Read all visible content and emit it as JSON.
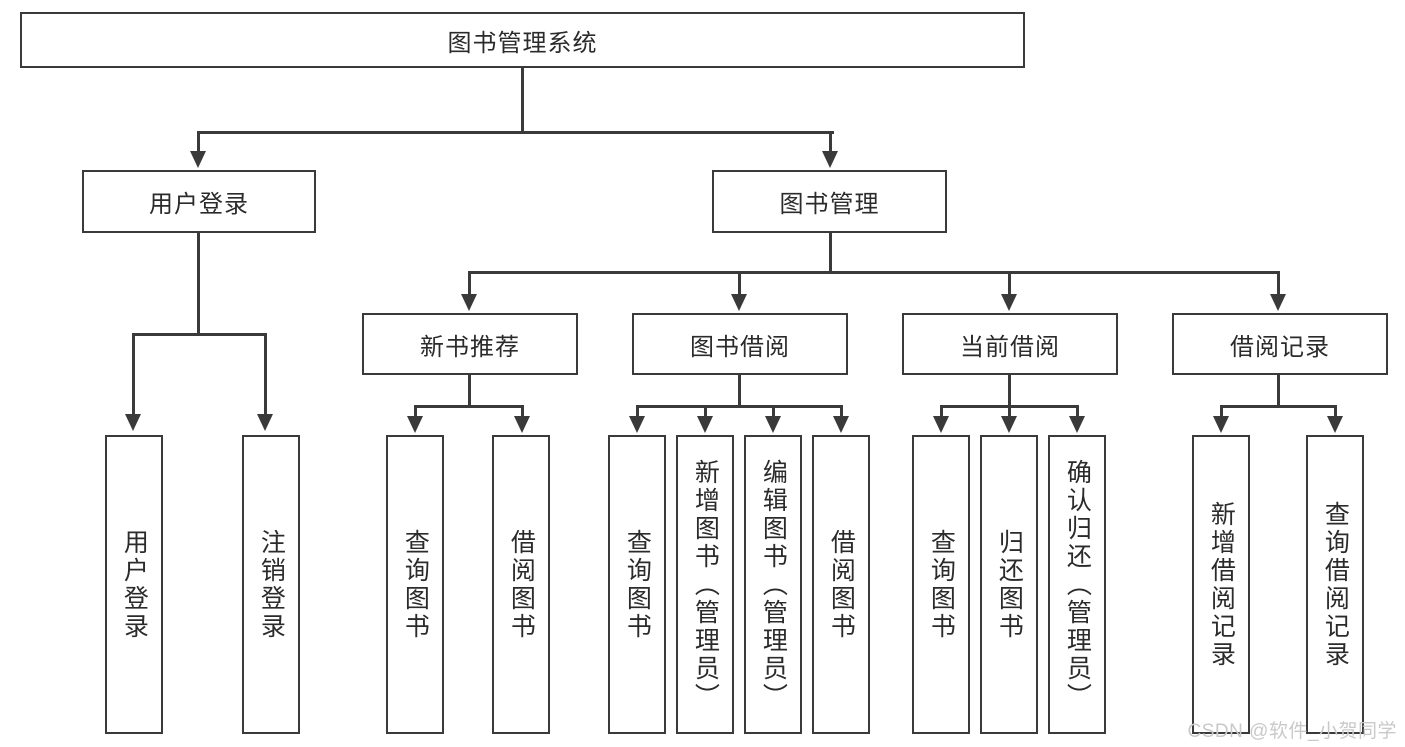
{
  "diagram": {
    "title": "图书管理系统",
    "type": "tree-hierarchy-chart",
    "colors": {
      "stroke": "#3a3a3a",
      "fill": "#ffffff",
      "text": "#2b2b2b",
      "watermark": "#c9c9c9"
    },
    "root": {
      "label": "图书管理系统"
    },
    "level2": [
      {
        "label": "用户登录"
      },
      {
        "label": "图书管理"
      }
    ],
    "level3": [
      {
        "label": "新书推荐"
      },
      {
        "label": "图书借阅"
      },
      {
        "label": "当前借阅"
      },
      {
        "label": "借阅记录"
      }
    ],
    "leaves": {
      "user_login": [
        {
          "label": "用户登录"
        },
        {
          "label": "注销登录"
        }
      ],
      "new_book_recommend": [
        {
          "label": "查询图书"
        },
        {
          "label": "借阅图书"
        }
      ],
      "book_borrow": [
        {
          "label": "查询图书"
        },
        {
          "label": "新增图书（管理员）"
        },
        {
          "label": "编辑图书（管理员）"
        },
        {
          "label": "借阅图书"
        }
      ],
      "current_borrow": [
        {
          "label": "查询图书"
        },
        {
          "label": "归还图书"
        },
        {
          "label": "确认归还（管理员）"
        }
      ],
      "borrow_record": [
        {
          "label": "新增借阅记录"
        },
        {
          "label": "查询借阅记录"
        }
      ]
    }
  },
  "watermark": {
    "text": "CSDN @软件_小贺同学"
  }
}
